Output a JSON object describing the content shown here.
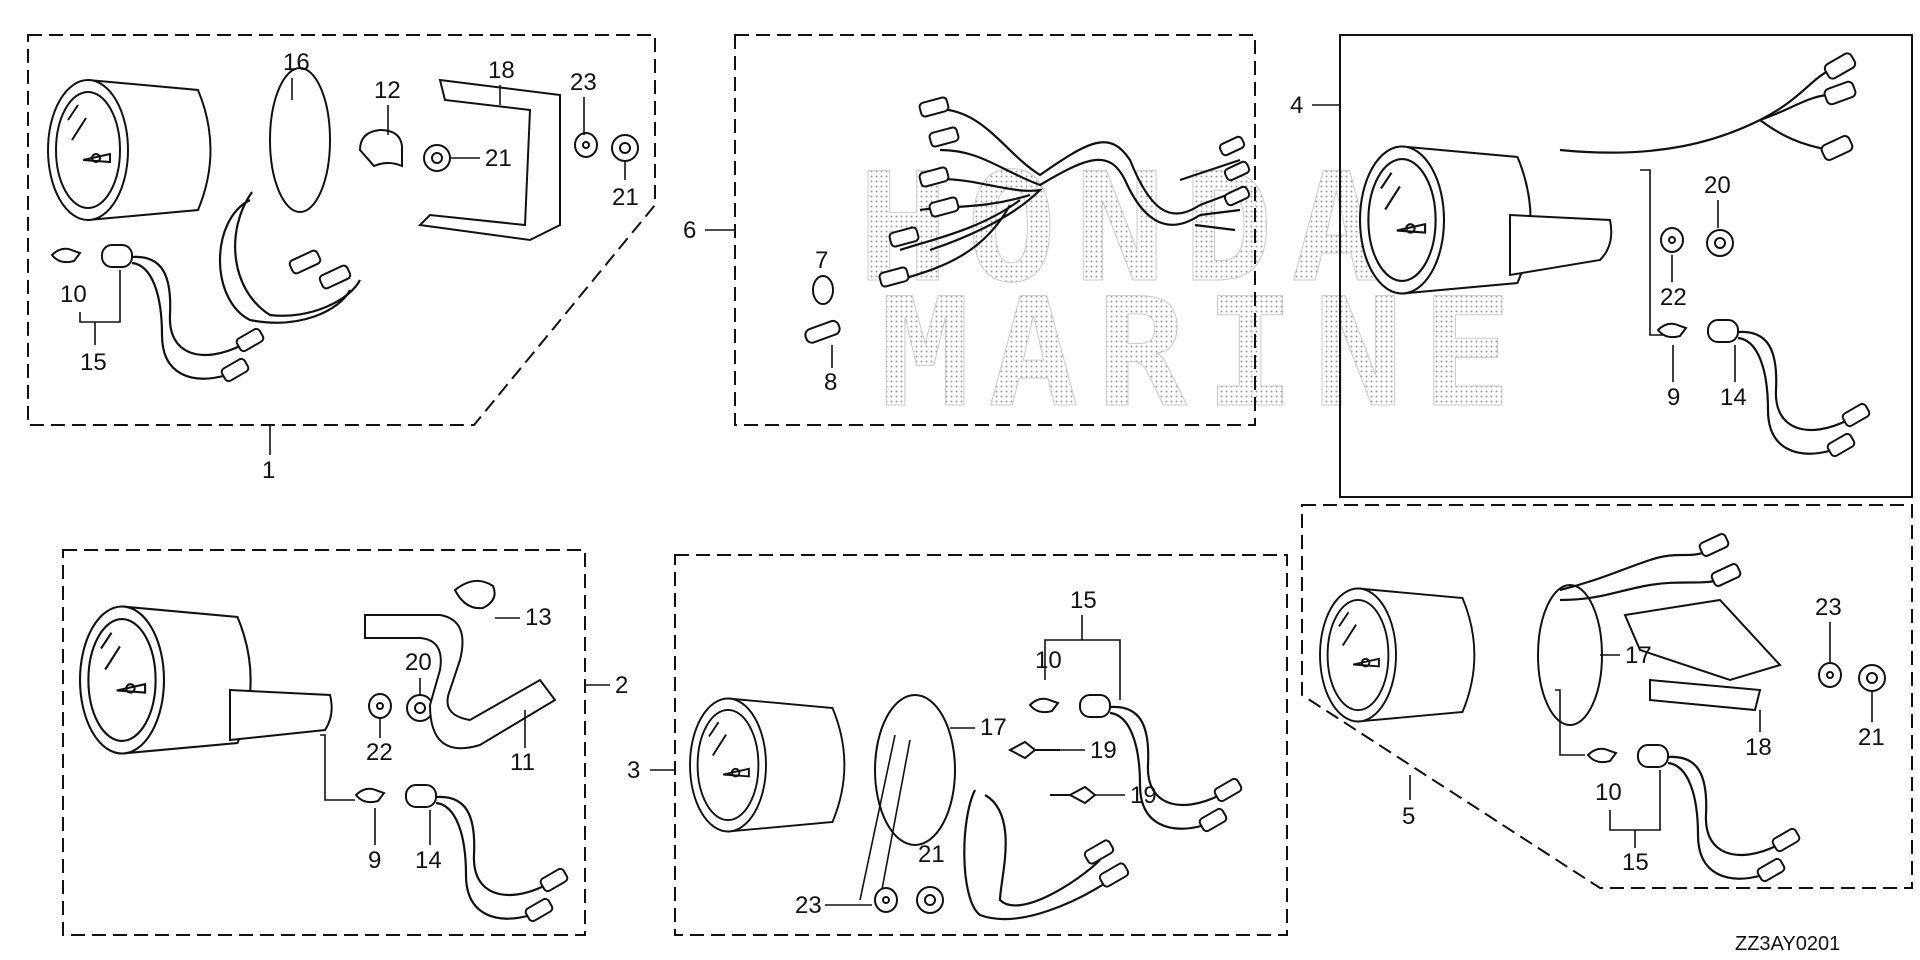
{
  "watermark": {
    "line1": "HONDA",
    "line2": "MARINE"
  },
  "diagram_code": "ZZ3AY0201",
  "groups": [
    {
      "id": "1",
      "label": "1"
    },
    {
      "id": "2",
      "label": "2"
    },
    {
      "id": "3",
      "label": "3"
    },
    {
      "id": "4",
      "label": "4"
    },
    {
      "id": "5",
      "label": "5"
    },
    {
      "id": "6",
      "label": "6"
    }
  ],
  "callouts": {
    "g1": {
      "c16": "16",
      "c12": "12",
      "c18": "18",
      "c23": "23",
      "c21a": "21",
      "c21b": "21",
      "c10": "10",
      "c15": "15"
    },
    "g6": {
      "c7": "7",
      "c8": "8"
    },
    "g4": {
      "c20": "20",
      "c22": "22",
      "c9": "9",
      "c14": "14"
    },
    "g2": {
      "c13": "13",
      "c20": "20",
      "c22": "22",
      "c11": "11",
      "c9": "9",
      "c14": "14"
    },
    "g3": {
      "c15": "15",
      "c10": "10",
      "c17": "17",
      "c19a": "19",
      "c19b": "19",
      "c21": "21",
      "c23": "23"
    },
    "g5": {
      "c23": "23",
      "c17": "17",
      "c21": "21",
      "c18": "18",
      "c10": "10",
      "c15": "15"
    }
  },
  "icons": [
    "gauge-icon",
    "bulb-socket-icon",
    "wire-harness-icon",
    "nut-icon",
    "washer-icon",
    "bracket-icon",
    "hose-icon"
  ]
}
